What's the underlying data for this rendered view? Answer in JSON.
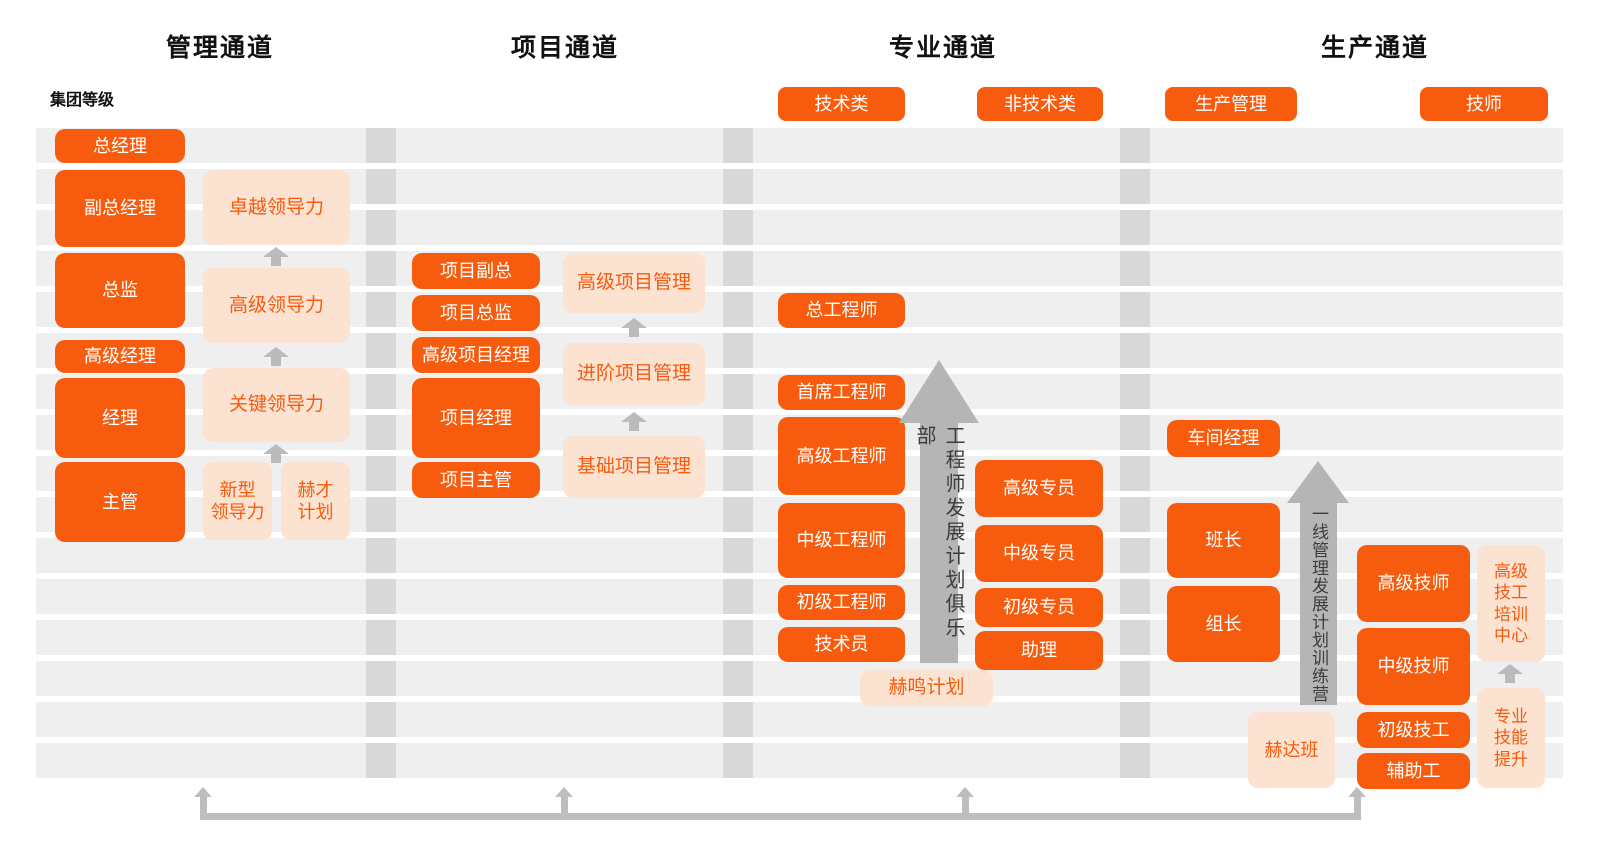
{
  "colors": {
    "accent": "#f75b0d",
    "accent_light": "#fbe2d1",
    "stripe": "#efefef",
    "separator": "#d8d8d8",
    "small_arrow": "#bbbbbb",
    "big_arrow": "#b5b5b5",
    "big_arrow_text": "#3d3d3d",
    "connector": "#bebebe",
    "heading_text": "#111111"
  },
  "group_level_label": "集团等级",
  "levels": {
    "count": 16
  },
  "channels": {
    "management": {
      "title": "管理通道",
      "roles": [
        "总经理",
        "副总经理",
        "总监",
        "高级经理",
        "经理",
        "主管"
      ],
      "programs": [
        "卓越领导力",
        "高级领导力",
        "关键领导力",
        "新型\n领导力",
        "赫才\n计划"
      ]
    },
    "project": {
      "title": "项目通道",
      "roles": [
        "项目副总",
        "项目总监",
        "高级项目经理",
        "项目经理",
        "项目主管"
      ],
      "programs": [
        "高级项目管理",
        "进阶项目管理",
        "基础项目管理"
      ]
    },
    "professional": {
      "title": "专业通道",
      "categories": [
        "技术类",
        "非技术类"
      ],
      "technical_roles": [
        "总工程师",
        "首席工程师",
        "高级工程师",
        "中级工程师",
        "初级工程师",
        "技术员"
      ],
      "nontechnical_roles": [
        "高级专员",
        "中级专员",
        "初级专员",
        "助理"
      ],
      "arrow_label": "工程师发展计划俱乐部",
      "program": "赫鸣计划"
    },
    "production": {
      "title": "生产通道",
      "categories": [
        "生产管理",
        "技师"
      ],
      "management_roles": [
        "车间经理",
        "班长",
        "组长"
      ],
      "technician_roles": [
        "高级技师",
        "中级技师",
        "初级技工",
        "辅助工"
      ],
      "arrow_label": "一线管理发展计划训练营",
      "programs": [
        "赫达班",
        "高级\n技工\n培训\n中心",
        "专业\n技能\n提升"
      ]
    }
  }
}
